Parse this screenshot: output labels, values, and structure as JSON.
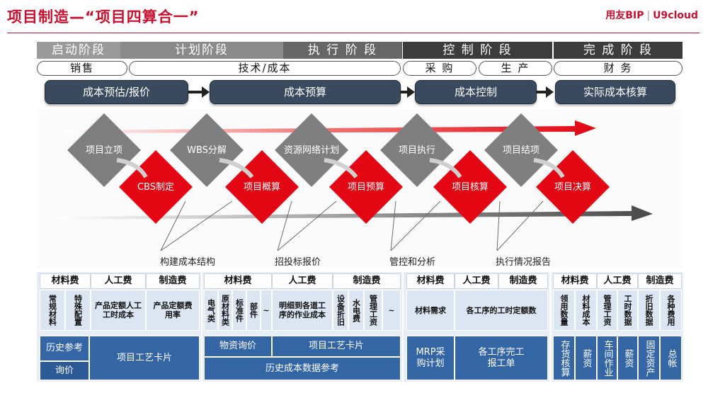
{
  "header": {
    "title": "项目制造—“项目四算合一”",
    "logo_main": "用友BIP",
    "logo_sub": "U9cloud"
  },
  "phases": [
    {
      "label": "启动阶段",
      "color": "#9a9a9a"
    },
    {
      "label": "计划阶段",
      "color": "#8a8a8a"
    },
    {
      "label": "执 行 阶 段",
      "color": "#666666"
    },
    {
      "label": "控 制 阶 段",
      "color": "#3c3c3c"
    },
    {
      "label": "完 成 阶 段",
      "color": "#3c3c3c"
    }
  ],
  "departments": [
    "销售",
    "技术/成本",
    "采 购",
    "生 产",
    "财 务"
  ],
  "cost_flow": [
    "成本预估/报价",
    "成本预算",
    "成本控制",
    "实际成本核算"
  ],
  "process": {
    "top": [
      "项目立项",
      "WBS分解",
      "资源网络计划",
      "项目执行",
      "项目结项"
    ],
    "red": [
      "CBS制定",
      "项目概算",
      "项目预算",
      "项目核算",
      "项目决算"
    ],
    "bottom": [
      "构建成本结构",
      "招投标报价",
      "管控和分析",
      "执行情况报告"
    ],
    "colors": {
      "red": "#e30613",
      "gray": "#7f7f7f",
      "dark": "#4a4a4a"
    }
  },
  "panels": {
    "p1": {
      "headers": [
        "材料费",
        "人工费",
        "制造费"
      ],
      "cells": [
        "常规材料",
        "特殊配置",
        "产品定额人工工时成本",
        "产品定额费用率"
      ],
      "bottom_left": [
        "历史参考",
        "询价"
      ],
      "bottom_right": "项目工艺卡片"
    },
    "p2": {
      "headers": [
        "材料费",
        "人工费",
        "制造费"
      ],
      "cells": [
        "电气类",
        "原材料类",
        "标准件",
        "部件",
        "~",
        "明细到各道工序的作业成本",
        "设备折旧",
        "水电费",
        "管理工资",
        "~"
      ],
      "bottom_row1": [
        "物资询价",
        "项目工艺卡片"
      ],
      "bottom_row2": "历史成本数据参考"
    },
    "p3": {
      "headers": [
        "材料费",
        "人工费",
        "制造费"
      ],
      "cells": [
        "材料需求",
        "各工序的工时定额数"
      ],
      "bottom": [
        "MRP采购计划",
        "各工序完工报工单"
      ]
    },
    "p4": {
      "headers": [
        "材料费",
        "人工费",
        "制造费"
      ],
      "cells": [
        "领用数量",
        "材料成本",
        "管理工资",
        "工时数据",
        "折旧数据",
        "各种费用"
      ],
      "bottom": [
        "存货核算",
        "薪资",
        "车间作业",
        "薪资",
        "固定资产",
        "总帐"
      ]
    }
  }
}
